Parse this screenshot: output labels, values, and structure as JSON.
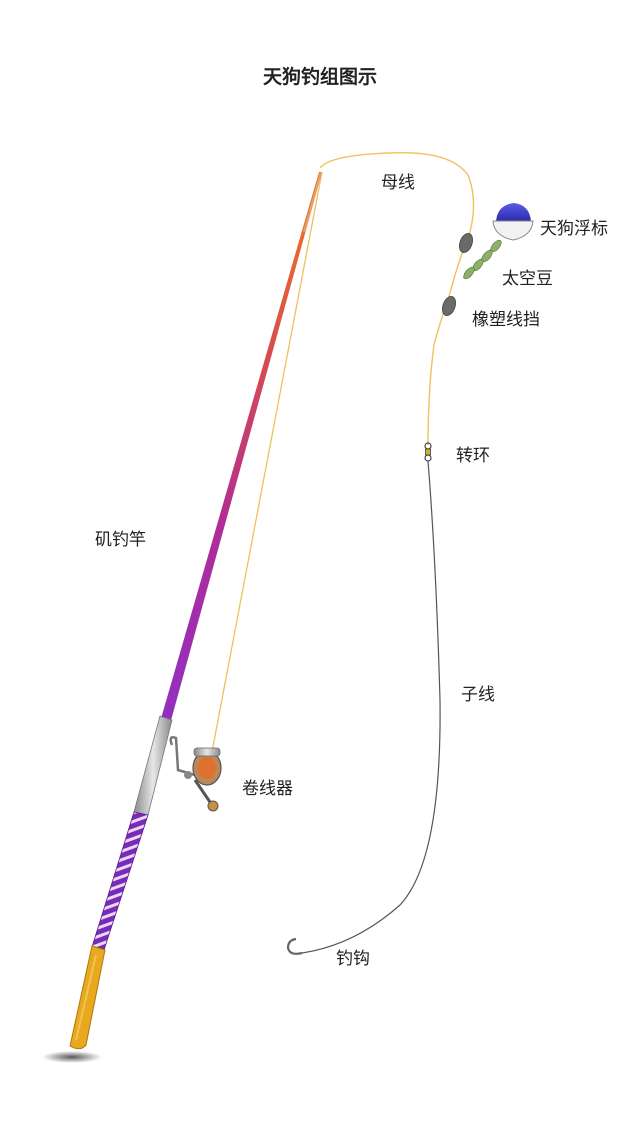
{
  "title": "天狗钓组图示",
  "labels": {
    "main_line": "母线",
    "float": "天狗浮标",
    "space_beans": "太空豆",
    "line_stopper": "橡塑线挡",
    "swivel": "转环",
    "rod": "矶钓竿",
    "leader": "子线",
    "reel": "卷线器",
    "hook": "钓钩"
  },
  "colors": {
    "main_line": "#f0c060",
    "leader": "#555555",
    "float_top": "#3a3ad0",
    "beans": "#8bb06a",
    "sinker": "#777777",
    "rod_tip": "#f07820",
    "rod_mid": "#b02aa8",
    "rod_base": "#8a2ab8",
    "handle": "#e8a820"
  }
}
